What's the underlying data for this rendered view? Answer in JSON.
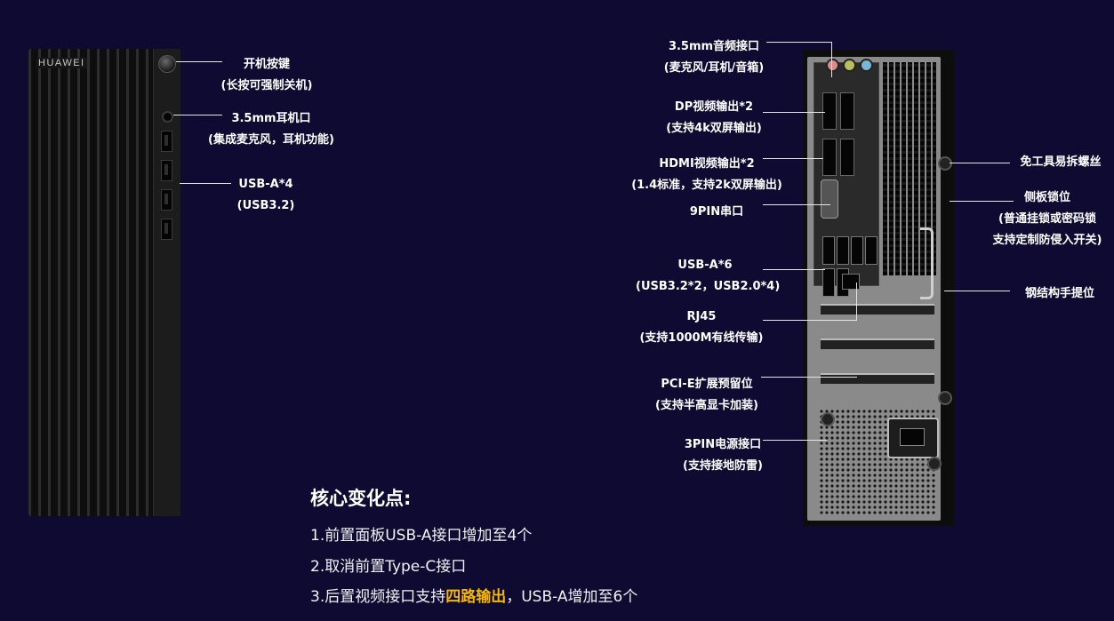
{
  "front": {
    "brand": "HUAWEI",
    "labels": {
      "power": {
        "title": "开机按键",
        "sub": "(长按可强制关机)"
      },
      "jack": {
        "title": "3.5mm耳机口",
        "sub": "(集成麦克风，耳机功能)"
      },
      "usb": {
        "title": "USB-A*4",
        "sub": "(USB3.2)"
      }
    }
  },
  "rear": {
    "labels": {
      "audio": {
        "title": "3.5mm音频接口",
        "sub": "(麦克风/耳机/音箱)"
      },
      "dp": {
        "title": "DP视频输出*2",
        "sub": "(支持4k双屏输出)"
      },
      "hdmi": {
        "title": "HDMI视频输出*2",
        "sub": "(1.4标准，支持2k双屏输出)"
      },
      "serial": {
        "title": "9PIN串口"
      },
      "usb": {
        "title": "USB-A*6",
        "sub": "(USB3.2*2，USB2.0*4)"
      },
      "rj45": {
        "title": "RJ45",
        "sub": "(支持1000M有线传输)"
      },
      "pcie": {
        "title": "PCI-E扩展预留位",
        "sub": "(支持半高显卡加装)"
      },
      "power": {
        "title": "3PIN电源接口",
        "sub": "(支持接地防雷)"
      },
      "screw": {
        "title": "免工具易拆螺丝"
      },
      "lock": {
        "title": "侧板锁位",
        "sub1": "(普通挂锁或密码锁",
        "sub2": "支持定制防侵入开关)"
      },
      "handle": {
        "title": "钢结构手提位"
      }
    }
  },
  "core": {
    "title": "核心变化点:",
    "line1": "1.前置面板USB-A接口增加至4个",
    "line2": "2.取消前置Type-C接口",
    "line3_pre": "3.后置视频接口支持",
    "line3_hl": "四路输出",
    "line3_post": "，USB-A增加至6个",
    "highlight_color": "#f5b800"
  }
}
